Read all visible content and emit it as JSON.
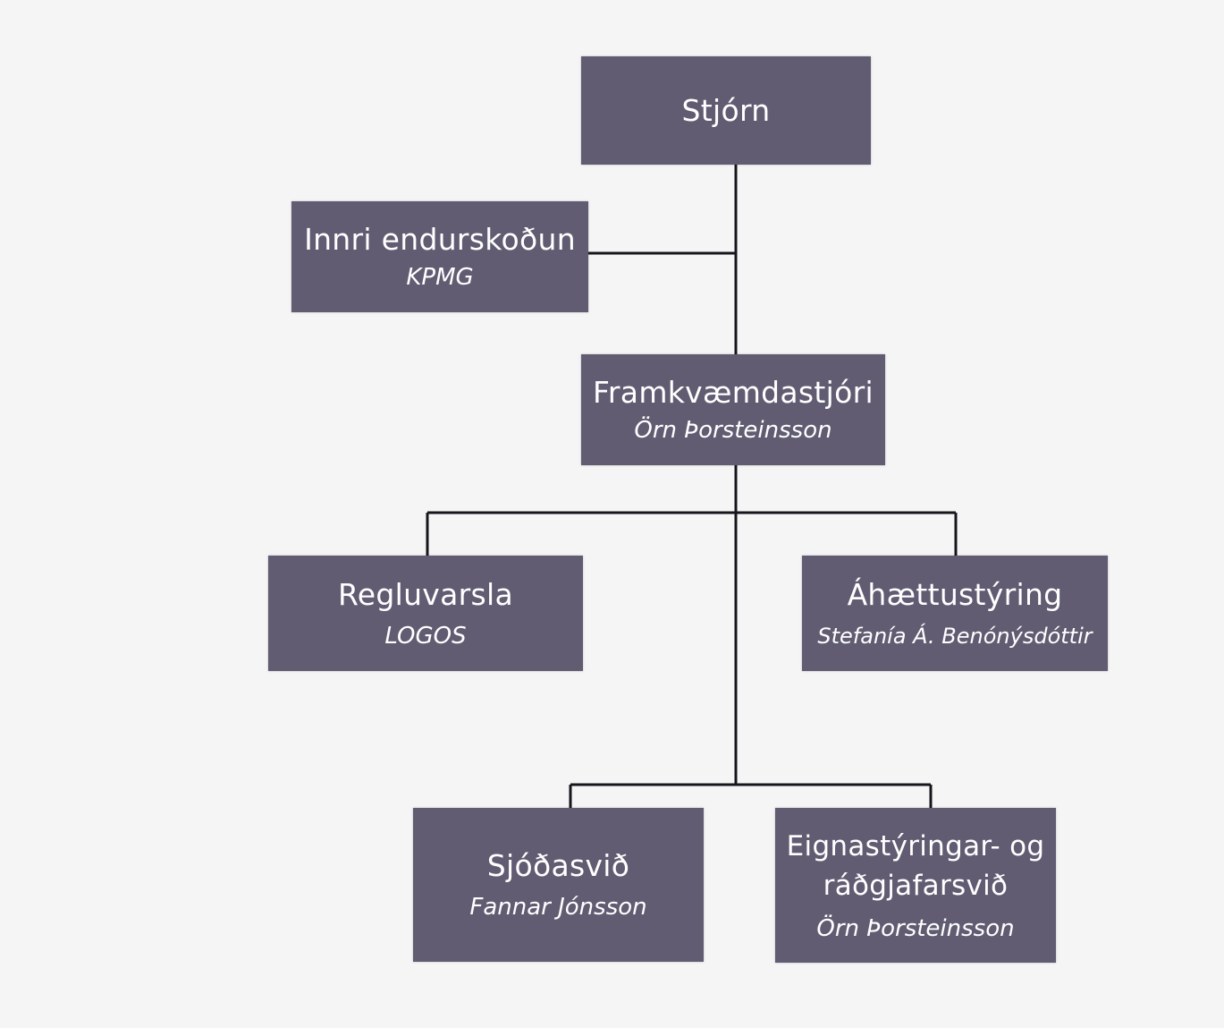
{
  "colors": {
    "background": "#f5f5f6",
    "box_fill": "#615c72",
    "box_text": "#ffffff",
    "connector": "#17151c"
  },
  "nodes": {
    "board": {
      "title": "Stjórn"
    },
    "internal_audit": {
      "title": "Innri endurskoðun",
      "subtitle": "KPMG"
    },
    "ceo": {
      "title": "Framkvæmdastjóri",
      "subtitle": "Örn Þorsteinsson"
    },
    "compliance": {
      "title": "Regluvarsla",
      "subtitle": "LOGOS"
    },
    "risk_management": {
      "title": "Áhættustýring",
      "subtitle": "Stefanía Á. Benónýsdóttir"
    },
    "funds": {
      "title": "Sjóðasvið",
      "subtitle": "Fannar Jónsson"
    },
    "asset_management": {
      "title_line1": "Eignastýringar- og",
      "title_line2": "ráðgjafarsvið",
      "subtitle": "Örn Þorsteinsson"
    }
  }
}
